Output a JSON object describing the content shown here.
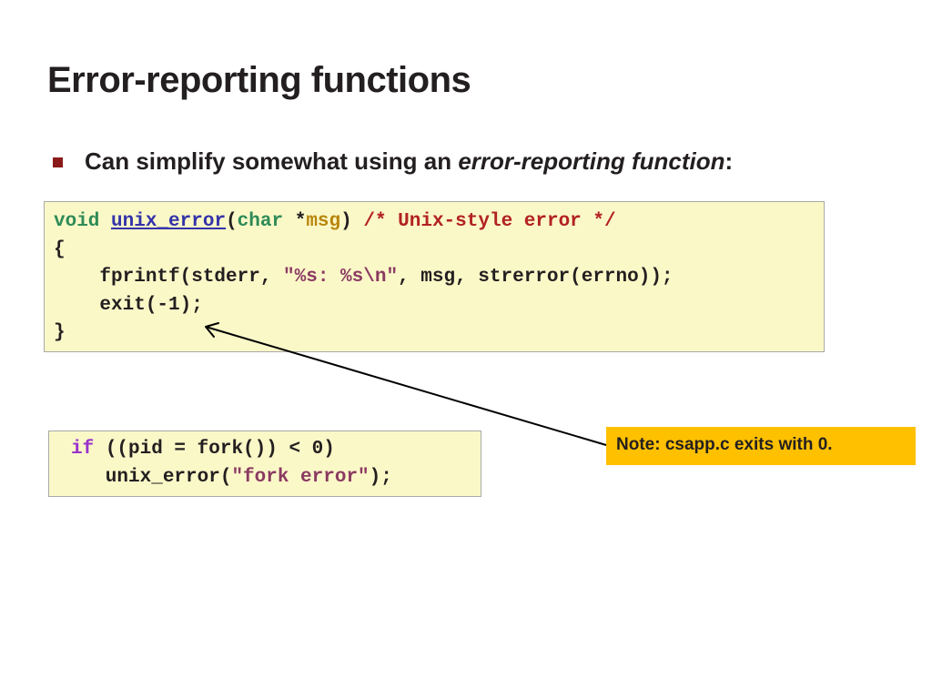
{
  "slide": {
    "title": "Error-reporting functions",
    "bullet": {
      "prefix": "Can simplify somewhat using an ",
      "emphasis": "error-reporting function",
      "suffix": ":"
    }
  },
  "code_block_1": {
    "line1": {
      "kw_void": "void",
      "fn_name": "unix_error",
      "open_paren": "(",
      "kw_char": "char",
      "star": " *",
      "param": "msg",
      "close_paren": ")",
      "comment": "/* Unix-style error */"
    },
    "line2": "{",
    "line3": {
      "pre": "    fprintf(stderr, ",
      "string": "\"%s: %s\\n\"",
      "post": ", msg, strerror(errno));"
    },
    "line4": "    exit(-1);",
    "line5": "}"
  },
  "code_block_2": {
    "line1": {
      "kw_if": "if",
      "rest": " ((pid = fork()) < 0)"
    },
    "line2": {
      "pre": "   unix_error(",
      "string": "\"fork error\"",
      "post": ");"
    }
  },
  "note": {
    "text": "Note: csapp.c exits with 0."
  },
  "colors": {
    "code_background": "#fbf8c8",
    "note_background": "#ffc000",
    "bullet": "#8b1a1a",
    "keyword_type": "#2e8b57",
    "keyword_control": "#9932cc",
    "function_name": "#3333aa",
    "parameter": "#b8860b",
    "comment": "#b22222",
    "string": "#8b3a62"
  }
}
